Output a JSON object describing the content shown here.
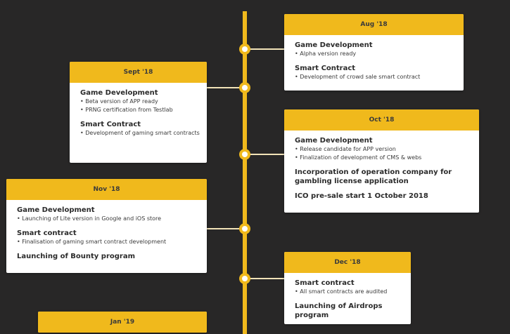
{
  "milestones": [
    {
      "date": "Aug '18",
      "sections": [
        {
          "title": "Game Development",
          "items": [
            "• Alpha version ready"
          ]
        },
        {
          "title": "Smart Contract",
          "items": [
            "• Development of crowd sale smart contract"
          ]
        }
      ]
    },
    {
      "date": "Sept '18",
      "sections": [
        {
          "title": "Game Development",
          "items": [
            "• Beta version of APP ready",
            "• PRNG certification from Testlab"
          ]
        },
        {
          "title": "Smart Contract",
          "items": [
            "• Development of gaming smart contracts"
          ]
        }
      ]
    },
    {
      "date": "Oct '18",
      "sections": [
        {
          "title": "Game Development",
          "items": [
            "• Release candidate for APP version",
            "• Finalization of development of CMS & webs"
          ]
        },
        {
          "title": "Incorporation of operation company for gambling license application",
          "items": []
        },
        {
          "title": "ICO pre-sale start 1 October 2018",
          "items": []
        }
      ]
    },
    {
      "date": "Nov '18",
      "sections": [
        {
          "title": "Game Development",
          "items": [
            "• Launching of Lite version in Google and iOS store"
          ]
        },
        {
          "title": "Smart contract",
          "items": [
            "• Finalisation of gaming smart contract development"
          ]
        },
        {
          "title": "Launching of Bounty program",
          "items": []
        }
      ]
    },
    {
      "date": "Dec '18",
      "sections": [
        {
          "title": "Smart contract",
          "items": [
            "• All smart contracts are audited"
          ]
        },
        {
          "title": "Launching of Airdrops program",
          "items": []
        }
      ]
    },
    {
      "date": "Jan '19",
      "sections": []
    }
  ],
  "colors": {
    "background": "#282727",
    "accent": "#f0b91c",
    "card": "#ffffff",
    "connector": "#f2e3b8"
  }
}
